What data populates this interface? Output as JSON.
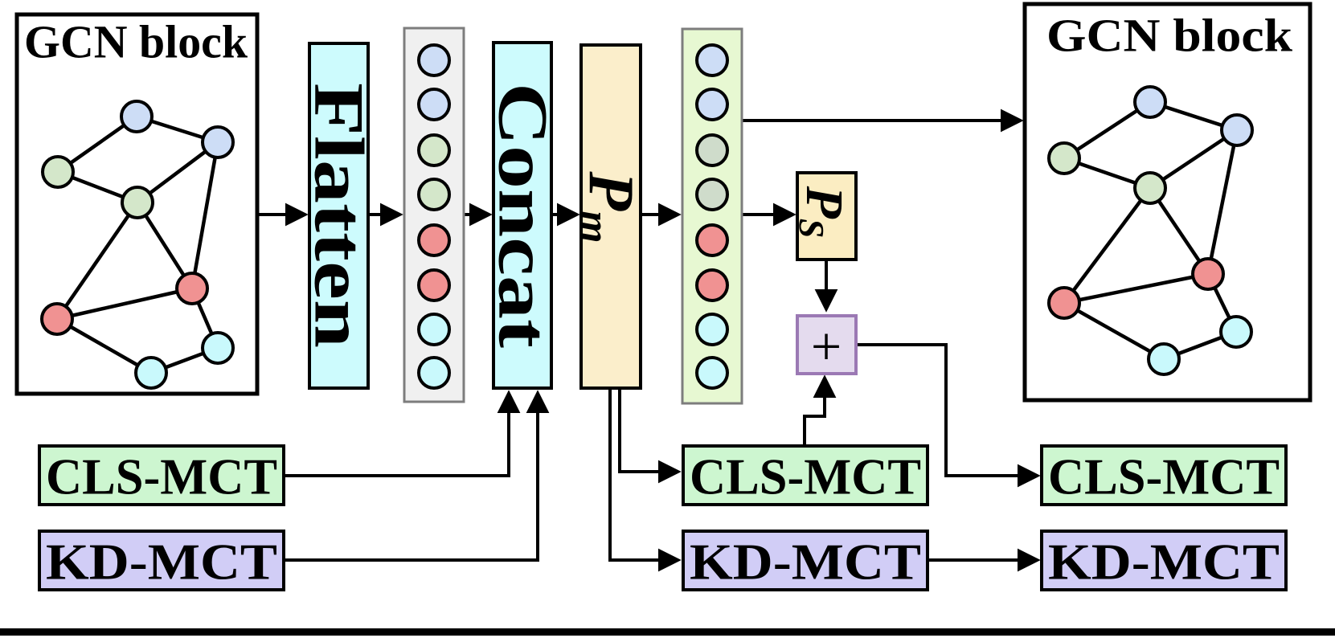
{
  "palette": {
    "box_cyan": "#cdfbfd",
    "box_tan": "#fbeecb",
    "box_tan_ps": "#fbedc2",
    "plus_fill": "#e4dbee",
    "plus_border": "#9b79b4",
    "cls_fill": "#cdf6d0",
    "kd_fill": "#d1cdf6",
    "column_gray_fill": "#f0f0f0",
    "column_green_fill": "#e7f8d2",
    "column_border": "#7d7d7d",
    "gcn_fill": "#ffffff",
    "node_blue": "#cdddf6",
    "node_green": "#d4e7ca",
    "node_sage": "#cfdccb",
    "node_red": "#f09292",
    "node_cyan": "#c9f9fc",
    "line_color": "#000000",
    "bottom_bar": "#000000"
  },
  "blocks": {
    "gcn_left": {
      "title": "GCN block"
    },
    "gcn_right": {
      "title": "GCN block"
    },
    "flatten": {
      "label": "Flatten"
    },
    "concat": {
      "label": "Concat"
    },
    "pm": {
      "base": "P",
      "sub": "m"
    },
    "ps": {
      "base": "P",
      "sub": "S"
    },
    "plus": {
      "label": "+"
    }
  },
  "mct": {
    "cls_left": "CLS-MCT",
    "cls_middle": "CLS-MCT",
    "cls_right": "CLS-MCT",
    "kd_left": "KD-MCT",
    "kd_middle": "KD-MCT",
    "kd_right": "KD-MCT"
  }
}
